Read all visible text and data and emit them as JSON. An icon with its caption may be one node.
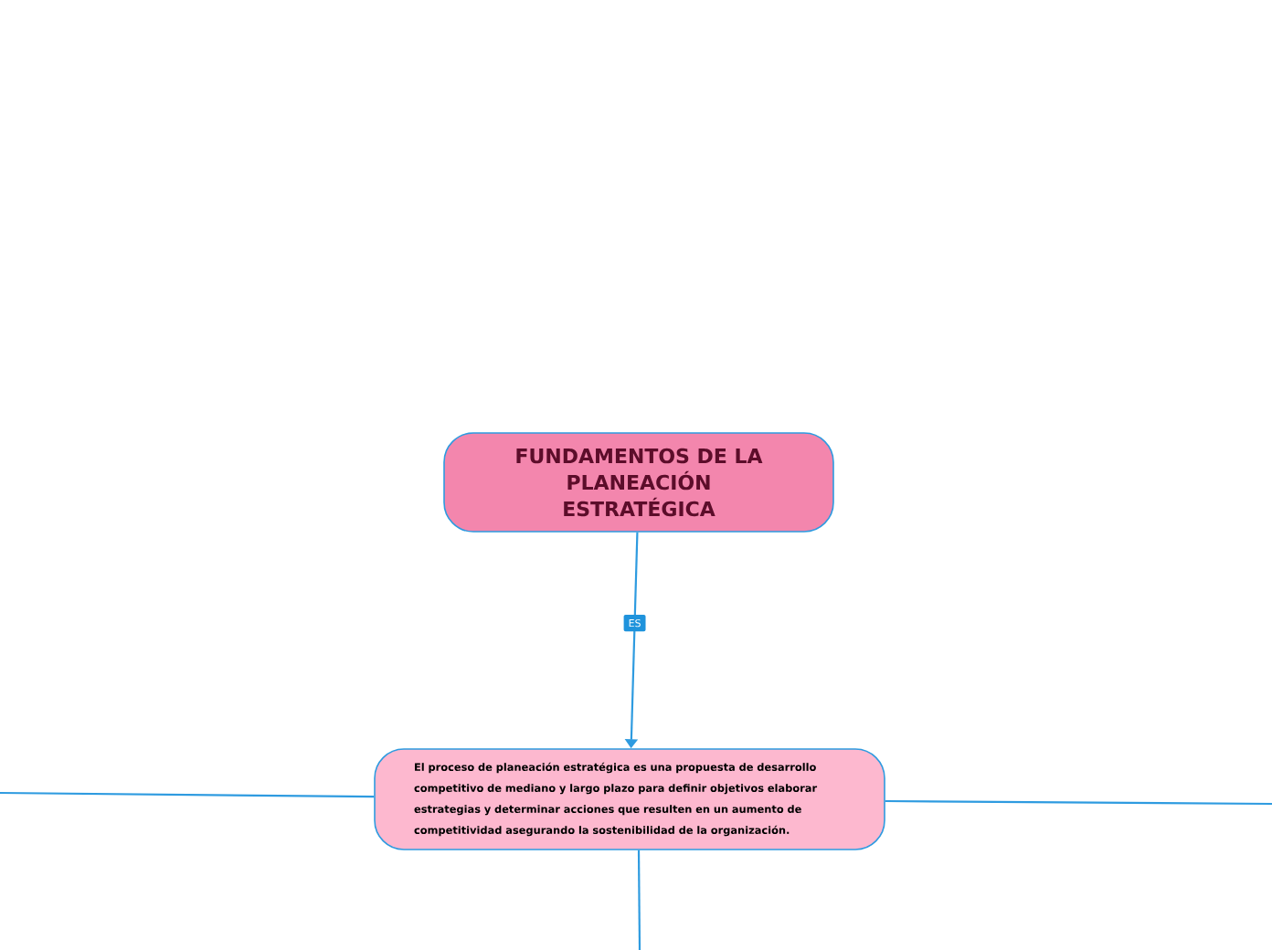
{
  "diagram": {
    "nodes": [
      {
        "text": [
          "FUNDAMENTOS DE LA PLANEACIÓN ESTRATÉGICA"
        ]
      },
      {
        "text": [
          "El proceso de planeación estratégica es una propuesta de desarrollo competitivo de mediano y largo plazo para definir objetivos elaborar estrategias y determinar acciones que resulten en un aumento de competitividad asegurando la sostenibilidad de la organización."
        ]
      }
    ],
    "edges": [
      {
        "from": 0,
        "to": 1,
        "arrow": "to",
        "label": "ES"
      },
      {
        "from": 1,
        "to": null,
        "arrow": "none"
      },
      {
        "from": 1,
        "to": null,
        "arrow": "none"
      },
      {
        "from": 1,
        "to": null,
        "arrow": "none"
      }
    ]
  }
}
